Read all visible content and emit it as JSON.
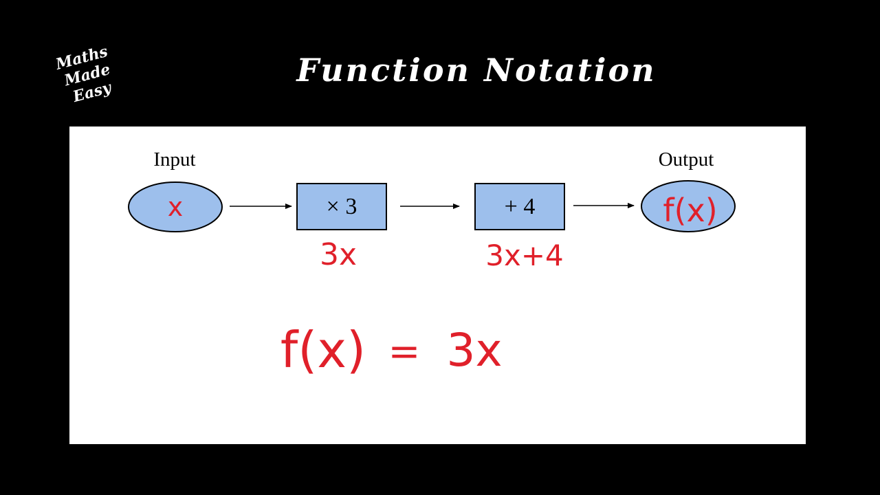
{
  "logo": {
    "lines": [
      "Maths",
      "Made",
      "Easy"
    ]
  },
  "title": "Function Notation",
  "diagram": {
    "input_label": "Input",
    "output_label": "Output",
    "input_value": "x",
    "step1_operation": "× 3",
    "step2_operation": "+ 4",
    "output_value": "f(x)",
    "step1_result": "3x",
    "step2_result": "3x+4"
  },
  "equation": {
    "lhs": "f(x)",
    "equals": "=",
    "rhs": "3x"
  },
  "colors": {
    "background": "#000000",
    "board": "#ffffff",
    "node_fill": "#9dbfec",
    "outline": "#000000",
    "handwriting": "#e0202a",
    "title_text": "#ffffff"
  }
}
